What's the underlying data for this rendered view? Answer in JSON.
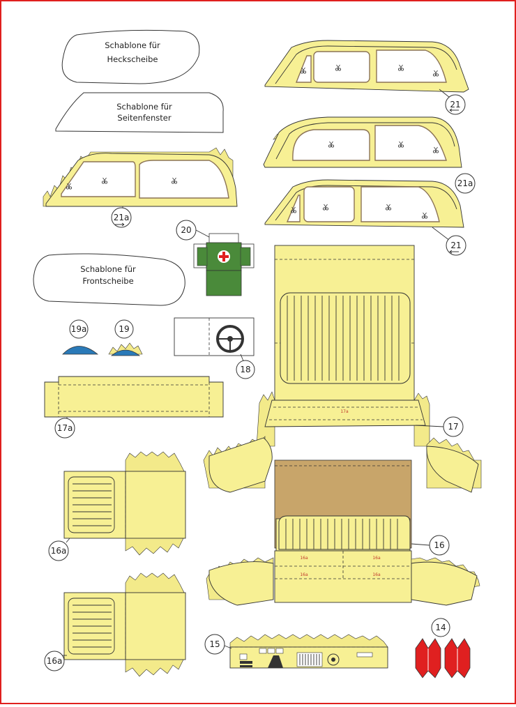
{
  "templates": {
    "rear_window": "Schablone für\nHeckscheibe",
    "side_window": "Schablone für\nSeitenfenster",
    "front_window": "Schablone für\nFrontscheibe"
  },
  "part_numbers": {
    "p21_top": "21",
    "p21a_right": "21a",
    "p21a_left": "21a",
    "p21_bottom": "21",
    "p20": "20",
    "p19a": "19a",
    "p19": "19",
    "p18": "18",
    "p17a": "17a",
    "p17": "17",
    "p16a_upper": "16a",
    "p16": "16",
    "p16a_lower": "16a",
    "p15": "15",
    "p14": "14"
  },
  "fold_labels": {
    "l17a": "17a",
    "l16a_1": "16a",
    "l16a_2": "16a",
    "l16a_3": "16a",
    "l16a_4": "16a"
  },
  "colors": {
    "paper": "#ffffff",
    "part_yellow": "#f7f094",
    "window_frame": "#8b7355",
    "cardboard": "#c8a56a",
    "medic_green": "#4a8a3a",
    "red_cross": "#e02020",
    "wheel_blue": "#2a7ab8",
    "red_part": "#e02020",
    "border_red": "#e0201e"
  }
}
